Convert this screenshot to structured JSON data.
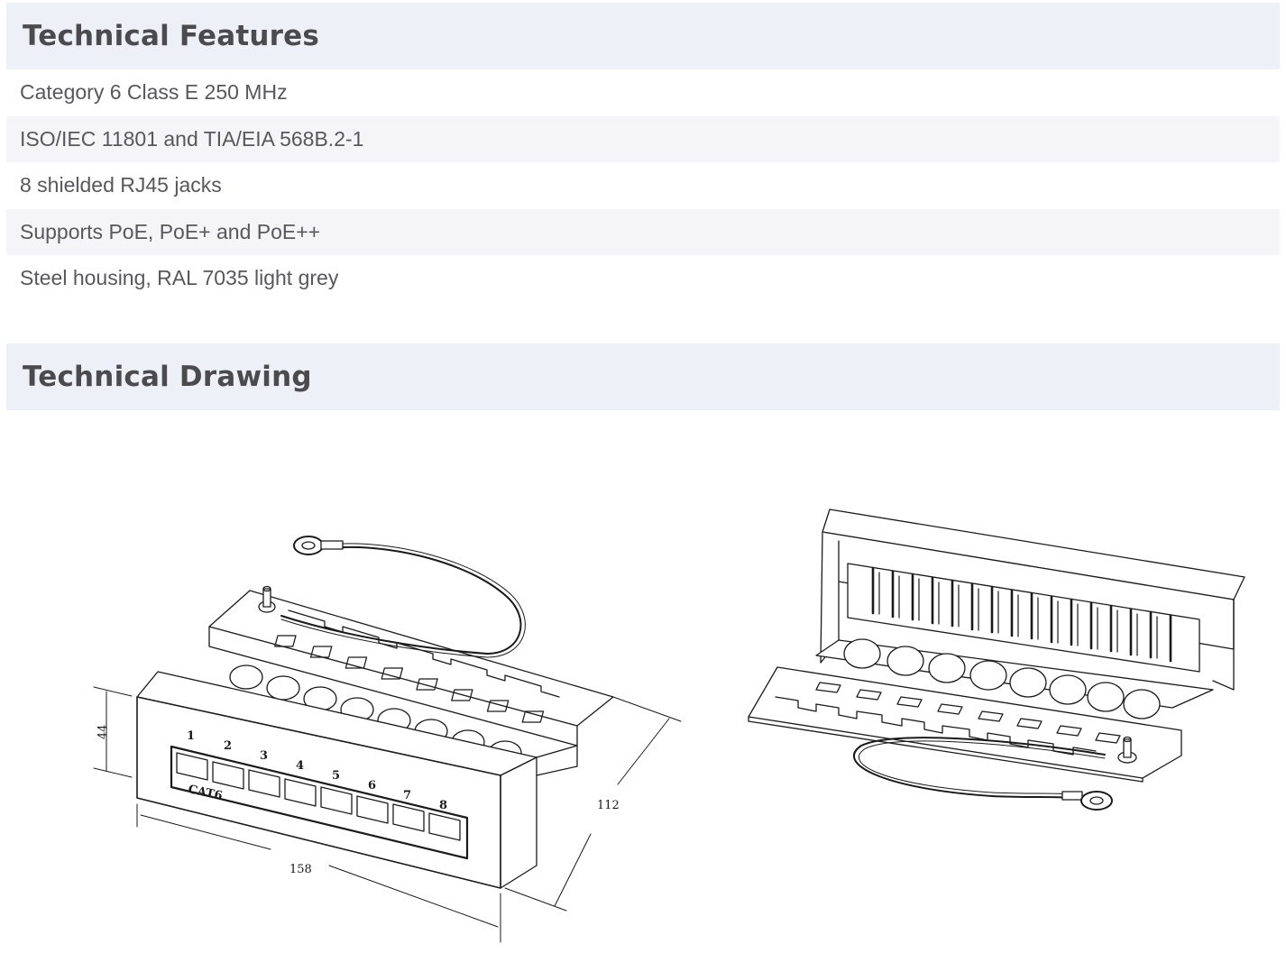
{
  "features_section": {
    "title": "Technical Features",
    "items": [
      "Category 6 Class E 250 MHz",
      "ISO/IEC 11801 and TIA/EIA 568B.2-1",
      "8 shielded RJ45 jacks",
      "Supports PoE, PoE+ and PoE++",
      "Steel housing, RAL 7035 light grey"
    ]
  },
  "drawing_section": {
    "title": "Technical Drawing",
    "left_view": {
      "port_numbers": [
        "1",
        "2",
        "3",
        "4",
        "5",
        "6",
        "7",
        "8"
      ],
      "panel_label": "CAT6",
      "dimension_height": "44",
      "dimension_width": "158",
      "dimension_depth": "112"
    }
  },
  "colors": {
    "header_background": "#eef0f8",
    "header_text": "#4b4b4f",
    "row_alt_background": "#f5f5f7",
    "body_text": "#58585c"
  }
}
